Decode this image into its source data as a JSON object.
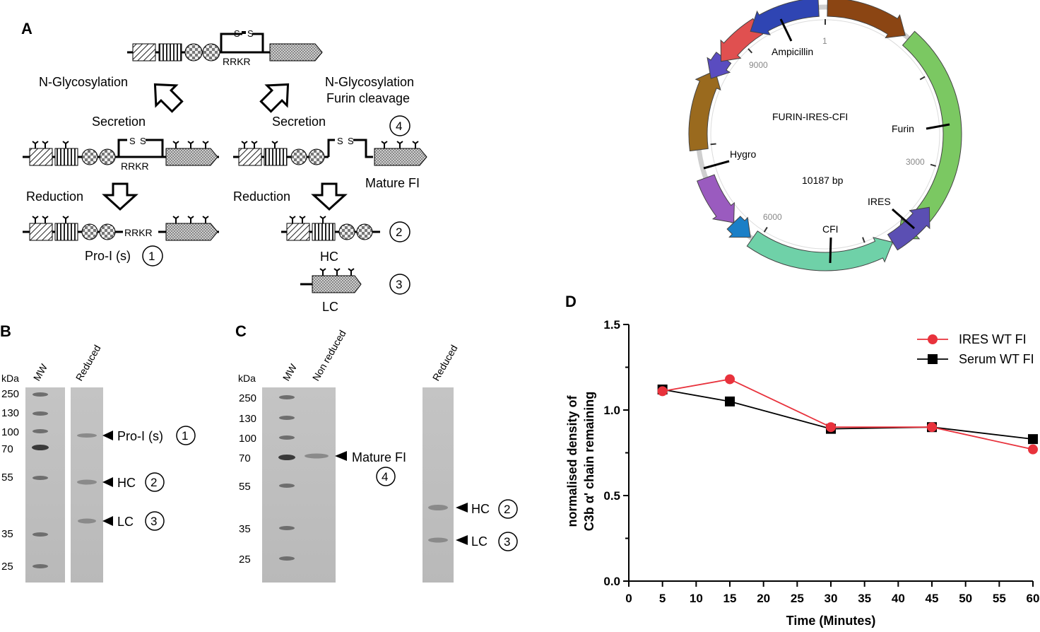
{
  "panels": {
    "a": "A",
    "b": "B",
    "c": "C",
    "d": "D"
  },
  "schematic": {
    "ss": "S",
    "rrkr": "RRKR",
    "left_step1": "N-Glycosylation",
    "right_step1a": "N-Glycosylation",
    "right_step1b": "Furin cleavage",
    "secretion": "Secretion",
    "reduction": "Reduction",
    "mature_fi": "Mature FI",
    "pro_i": "Pro-I (s)",
    "hc": "HC",
    "lc": "LC",
    "n1": "1",
    "n2": "2",
    "n3": "3",
    "n4": "4"
  },
  "gel_b": {
    "kda": "kDa",
    "lane_mw": "MW",
    "lane_reduced": "Reduced",
    "markers": [
      "250",
      "130",
      "100",
      "70",
      "55",
      "35",
      "25"
    ],
    "bands": [
      {
        "label": "Pro-I (s)",
        "num": "1"
      },
      {
        "label": "HC",
        "num": "2"
      },
      {
        "label": "LC",
        "num": "3"
      }
    ]
  },
  "gel_c": {
    "kda": "kDa",
    "lane_mw": "MW",
    "lane_nonreduced": "Non reduced",
    "lane_reduced": "Reduced",
    "markers": [
      "250",
      "130",
      "100",
      "70",
      "55",
      "35",
      "25"
    ],
    "mature_label": "Mature FI",
    "mature_num": "4",
    "bands": [
      {
        "label": "HC",
        "num": "2"
      },
      {
        "label": "LC",
        "num": "3"
      }
    ]
  },
  "plasmid": {
    "name": "FURIN-IRES-CFI",
    "size": "10187 bp",
    "features": [
      "Ampicillin",
      "Furin",
      "IRES",
      "CFI",
      "Hygro"
    ],
    "positions": [
      "1",
      "3000",
      "6000",
      "9000"
    ],
    "colors": {
      "brown": "#8b4513",
      "green": "#7bc862",
      "purple_dark": "#5b4fb3",
      "teal": "#6fd1a8",
      "blue": "#1a7fc7",
      "purple": "#9a5bbf",
      "olive": "#9a6a1e",
      "indigo": "#5a4cc0",
      "red": "#e05050",
      "navy": "#2f45b3"
    }
  },
  "chart_data": {
    "type": "line",
    "xlabel": "Time (Minutes)",
    "ylabel_line1": "normalised density of",
    "ylabel_line2": "C3b α' chain remaining",
    "xlim": [
      0,
      60
    ],
    "ylim": [
      0,
      1.5
    ],
    "xticks": [
      "0",
      "5",
      "10",
      "15",
      "20",
      "25",
      "30",
      "35",
      "40",
      "45",
      "50",
      "55",
      "60"
    ],
    "yticks": [
      "0.0",
      "0.5",
      "1.0",
      "1.5"
    ],
    "legend_position": "top-right",
    "series": [
      {
        "name": "IRES WT FI",
        "color": "#e8323c",
        "marker": "circle",
        "x": [
          5,
          15,
          30,
          45,
          60
        ],
        "y": [
          1.11,
          1.18,
          0.9,
          0.9,
          0.77
        ]
      },
      {
        "name": "Serum WT FI",
        "color": "#000000",
        "marker": "square",
        "x": [
          5,
          15,
          30,
          45,
          60
        ],
        "y": [
          1.12,
          1.05,
          0.89,
          0.9,
          0.83
        ]
      }
    ]
  }
}
